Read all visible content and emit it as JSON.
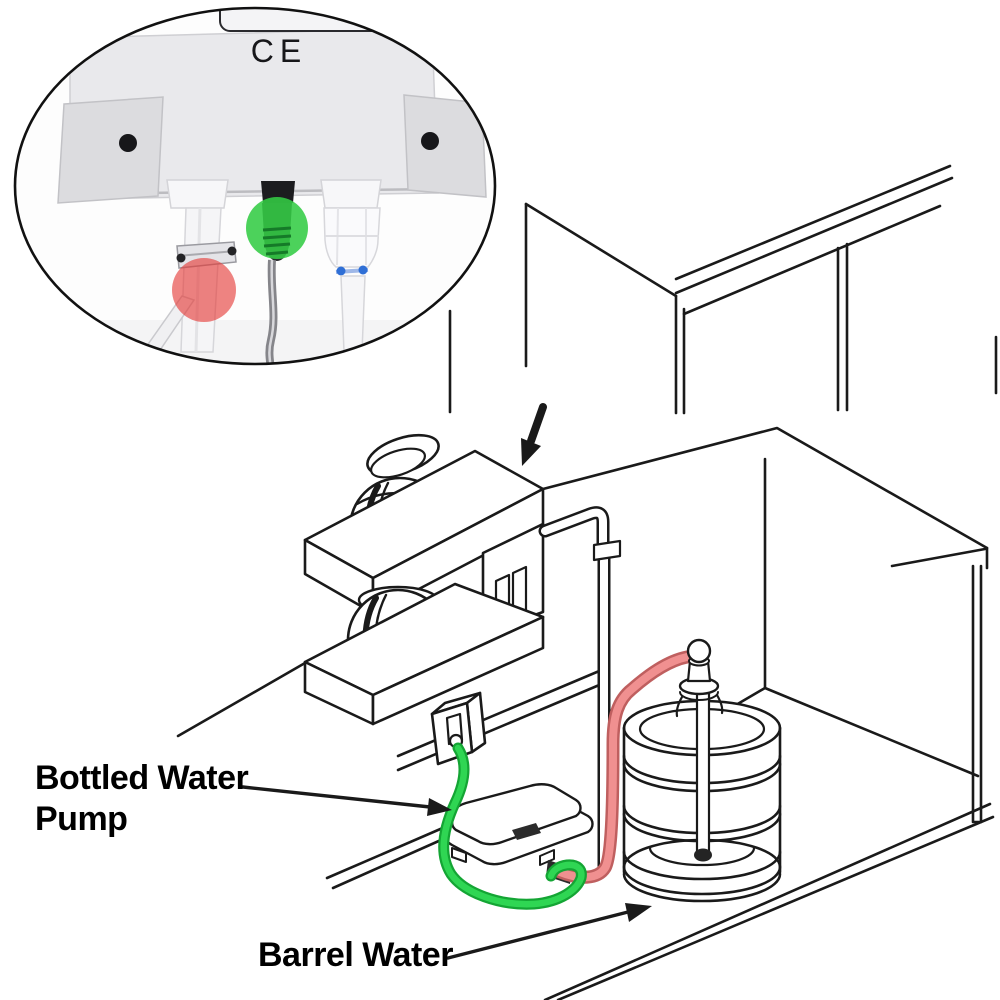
{
  "inset": {
    "ce_mark": "CE",
    "red_highlight_color": "#e53935",
    "green_highlight_color": "#33cc44",
    "description_names": {
      "device": "bottled-water-pump-underside-photo",
      "left_connection": "suction-tube-with-clamp",
      "center_connection": "power-cord-connector",
      "right_connection": "quick-connect-outlet-fitting"
    }
  },
  "diagram": {
    "labels": {
      "pump_label_line1": "Bottled Water",
      "pump_label_line2": "Pump",
      "barrel_label": "Barrel Water"
    },
    "colors": {
      "power_cable": "#2fd653",
      "water_tube": "#f09090",
      "outline": "#1a1a1a"
    }
  }
}
